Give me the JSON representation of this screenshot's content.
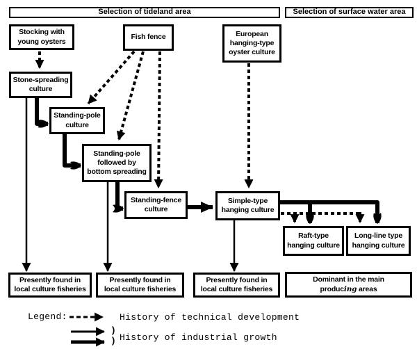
{
  "headers": {
    "tideland": "Selection of tideland area",
    "surface_water": "Selection of surface water area"
  },
  "boxes": {
    "stocking": "Stocking with\nyoung oysters",
    "fish_fence": "Fish fence",
    "european": "European\nhanging-type\noyster culture",
    "stone_spreading": "Stone-spreading\nculture",
    "standing_pole": "Standing-pole\nculture",
    "standing_pole_bottom": "Standing-pole\nfollowed by\nbottom spreading",
    "standing_fence": "Standing-fence\nculture",
    "simple_type": "Simple-type\nhanging culture",
    "raft_type": "Raft-type\nhanging culture",
    "long_line": "Long-line type\nhanging culture",
    "outcome_local_1": "Presently found in\nlocal culture fisheries",
    "outcome_local_2": "Presently found in\nlocal culture fisheries",
    "outcome_local_3": "Presently found in\nlocal culture fisheries",
    "outcome_dominant_line1": "Dominant in the main",
    "outcome_dominant_pre": "produc",
    "outcome_dominant_italic": "ing",
    "outcome_dominant_post": " areas"
  },
  "legend": {
    "title": "Legend:",
    "technical": "History of technical development",
    "industrial": "History of industrial growth",
    "paren": ")"
  },
  "colors": {
    "ink": "#000000",
    "paper": "#ffffff"
  }
}
